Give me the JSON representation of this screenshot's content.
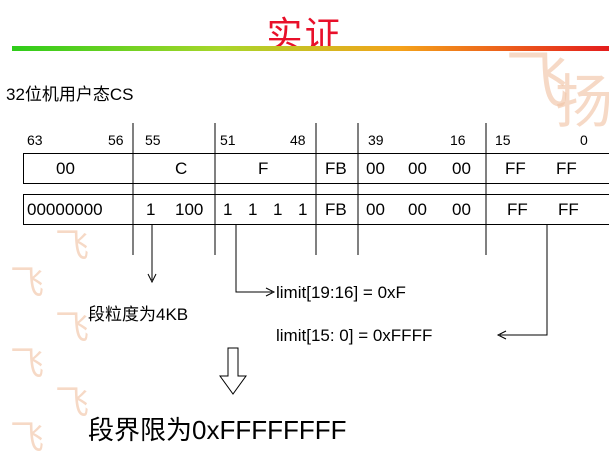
{
  "title": "实证",
  "subtitle": "32位机用户态CS",
  "bit_positions": [
    "63",
    "56",
    "55",
    "51",
    "48",
    "39",
    "16",
    "15",
    "0"
  ],
  "row1": [
    "00",
    "C",
    "F",
    "FB",
    "00",
    "00",
    "00",
    "FF",
    "FF"
  ],
  "row2": [
    "00000000",
    "1",
    "100",
    "1",
    "1",
    "1",
    "1",
    "FB",
    "00",
    "00",
    "00",
    "FF",
    "FF"
  ],
  "annotations": {
    "granularity": "段粒度为4KB",
    "limit_high": "limit[19:16] = 0xF",
    "limit_low": "limit[15:  0] = 0xFFFF",
    "segment_limit": "段界限为0xFFFFFFFF"
  },
  "colors": {
    "title": "#e8102a",
    "rule_start": "#2ecc1a",
    "rule_end": "#e41d1d"
  }
}
